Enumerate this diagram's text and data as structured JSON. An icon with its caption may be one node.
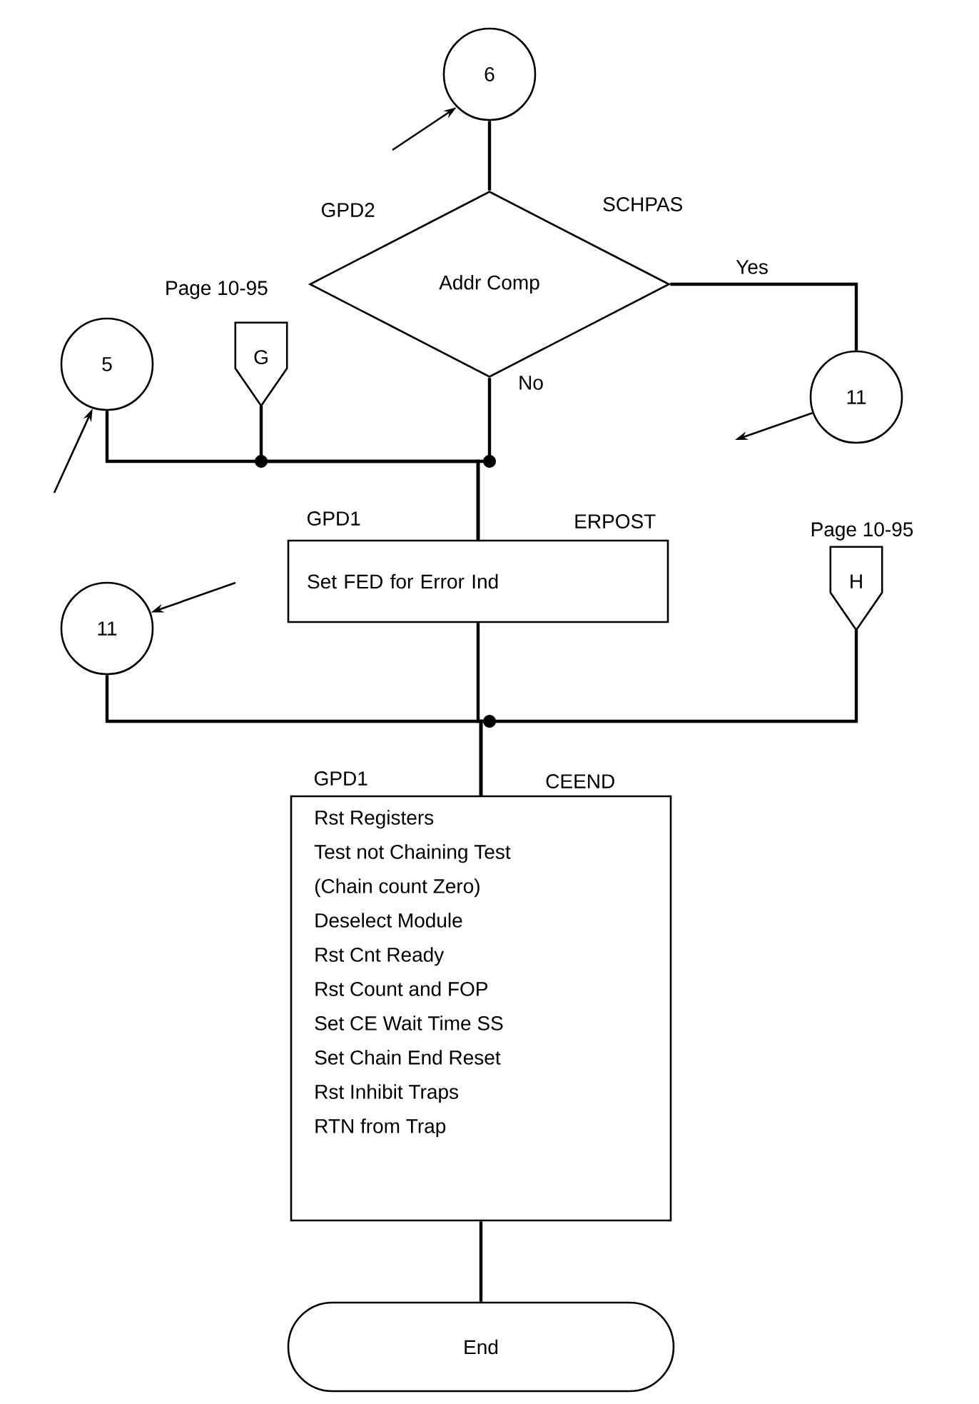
{
  "diagram": {
    "nodes": [
      {
        "text": [
          "6"
        ]
      },
      {
        "text": [
          "Addr Comp"
        ],
        "beside": [
          "GPD2",
          "SCHPAS"
        ]
      },
      {
        "text": [
          "11"
        ]
      },
      {
        "text": [
          "5"
        ]
      },
      {
        "text": [
          "G"
        ],
        "beside": [
          "Page 10-95"
        ]
      },
      {
        "text": [
          "Set FED for Error Ind"
        ],
        "beside": [
          "GPD1",
          "ERPOST"
        ]
      },
      {
        "text": [
          "11"
        ]
      },
      {
        "text": [
          "H"
        ],
        "beside": [
          "Page 10-95"
        ]
      },
      {
        "text": [
          "Rst Registers",
          "Test not Chaining Test",
          "(Chain count Zero)",
          "Deselect Module",
          "Rst Cnt Ready",
          "Rst Count and FOP",
          "Set CE Wait Time SS",
          "Set Chain End Reset",
          "Rst Inhibit Traps",
          "RTN from Trap"
        ],
        "beside": [
          "GPD1",
          "CEEND"
        ]
      },
      {
        "text": [
          "End"
        ]
      }
    ],
    "edges": [
      {
        "from": 0,
        "to": 1,
        "arrow": "none"
      },
      {
        "from": 1,
        "to": 2,
        "arrow": "none",
        "label": "Yes"
      },
      {
        "from": 1,
        "to": 5,
        "arrow": "none",
        "label": "No"
      },
      {
        "from": 3,
        "to": 5,
        "arrow": "none"
      },
      {
        "from": 4,
        "to": 5,
        "arrow": "none"
      },
      {
        "from": 5,
        "to": 8,
        "arrow": "none"
      },
      {
        "from": 6,
        "to": 8,
        "arrow": "none"
      },
      {
        "from": 7,
        "to": 8,
        "arrow": "none"
      },
      {
        "from": 8,
        "to": 9,
        "arrow": "none"
      },
      {
        "from": null,
        "to": 0,
        "arrow": "to"
      },
      {
        "from": null,
        "to": 3,
        "arrow": "to"
      },
      {
        "from": null,
        "to": 6,
        "arrow": "to"
      },
      {
        "from": 2,
        "to": null,
        "arrow": "to"
      }
    ]
  }
}
